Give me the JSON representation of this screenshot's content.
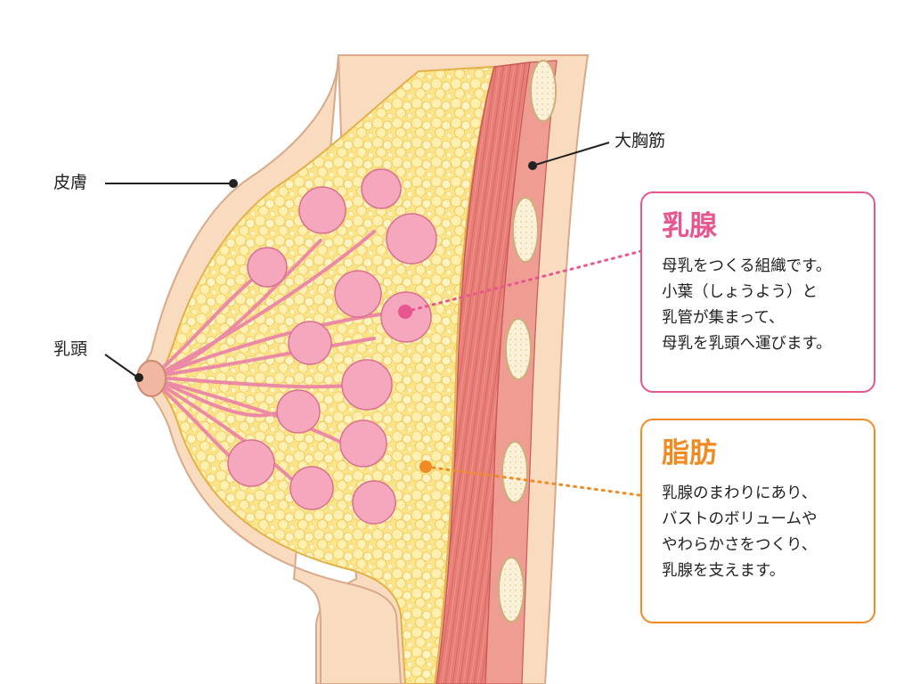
{
  "labels": {
    "skin": "皮膚",
    "nipple": "乳頭",
    "pectoral": "大胸筋"
  },
  "cards": {
    "mammary": {
      "title": "乳腺",
      "lines": [
        "母乳をつくる組織です。",
        "小葉（しょうよう）と",
        "乳管が集まって、",
        "母乳を乳頭へ運びます。"
      ]
    },
    "fat": {
      "title": "脂肪",
      "lines": [
        "乳腺のまわりにあり、",
        "バストのボリュームや",
        "やわらかさをつくり、",
        "乳腺を支えます。"
      ]
    }
  },
  "colors": {
    "mammary_accent": "#e8568f",
    "fat_accent": "#f08a22",
    "skin": "#f9dcc0",
    "fat": "#fbe48a",
    "muscle": "#e77f78",
    "gland": "#f29bb3"
  }
}
